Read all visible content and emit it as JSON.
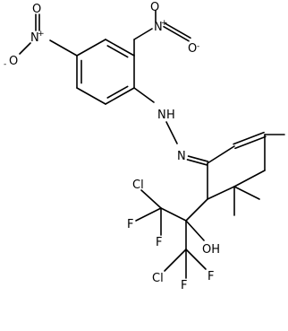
{
  "structure": {
    "labels": {
      "n_top_left": "N",
      "n_top_left_plus": "+",
      "o_top_left": "O",
      "o_top_left_minus": "-",
      "o_left_dbl": "O",
      "n_top_right": "N",
      "n_top_right_plus": "+",
      "o_top_right_dbl": "O",
      "o_right": "O",
      "o_right_minus": "-",
      "nh": "N",
      "nh_h": "H",
      "n_imine": "N",
      "cl_upper": "Cl",
      "f_upper_1": "F",
      "f_upper_2": "F",
      "oh": "OH",
      "cl_lower": "Cl",
      "f_lower_1": "F",
      "f_lower_2": "F"
    }
  }
}
